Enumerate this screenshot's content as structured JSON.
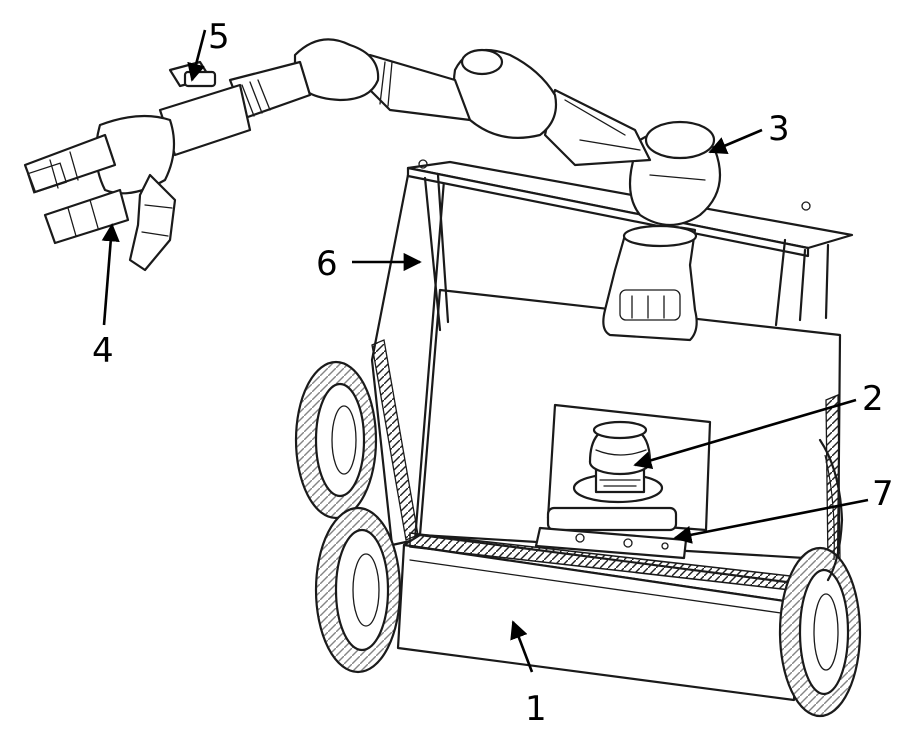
{
  "figure": {
    "callouts": [
      {
        "id": "c1",
        "label": "1"
      },
      {
        "id": "c2",
        "label": "2"
      },
      {
        "id": "c3",
        "label": "3"
      },
      {
        "id": "c4",
        "label": "4"
      },
      {
        "id": "c5",
        "label": "5"
      },
      {
        "id": "c6",
        "label": "6"
      },
      {
        "id": "c7",
        "label": "7"
      }
    ]
  }
}
